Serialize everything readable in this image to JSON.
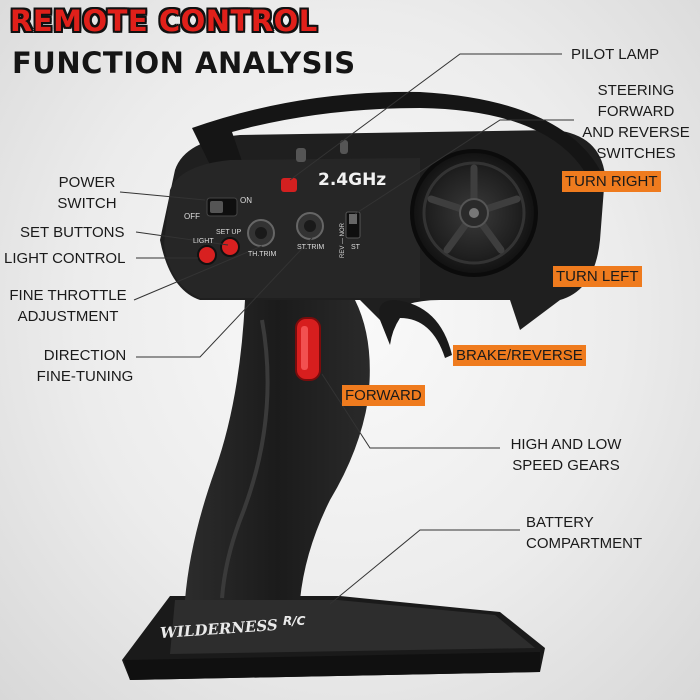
{
  "heading": {
    "line1": "REMOTE CONTROL",
    "line2": "FUNCTION ANALYSIS"
  },
  "callouts": {
    "pilot_lamp": "PILOT LAMP",
    "steering_line1": "STEERING",
    "steering_line2": "FORWARD",
    "steering_line3": "AND REVERSE",
    "steering_line4": "SWITCHES",
    "power_line1": "POWER",
    "power_line2": "SWITCH",
    "set_buttons": "SET BUTTONS",
    "light_control": "LIGHT CONTROL",
    "fine_throttle_line1": "FINE THROTTLE",
    "fine_throttle_line2": "ADJUSTMENT",
    "direction_line1": "DIRECTION",
    "direction_line2": "FINE-TUNING",
    "turn_right": "TURN RIGHT",
    "turn_left": "TURN LEFT",
    "brake_reverse": "BRAKE/REVERSE",
    "forward": "FORWARD",
    "speed_gears_line1": "HIGH AND LOW",
    "speed_gears_line2": "SPEED GEARS",
    "battery_line1": "BATTERY",
    "battery_line2": "COMPARTMENT"
  },
  "device": {
    "frequency": "2.4GHz",
    "switch_off": "OFF",
    "switch_on": "ON",
    "light_button": "LIGHT",
    "setup_button": "SET UP",
    "throttle_trim": "TH.TRIM",
    "steering_trim": "ST.TRIM",
    "rev_nor": "REV — NOR",
    "st_label": "ST",
    "brand": "WILDERNESS",
    "brand_suffix": "R/C"
  },
  "colors": {
    "accent_red": "#e0201a",
    "tag_orange": "#ef7b1e",
    "body_black": "#1d1d1d"
  }
}
